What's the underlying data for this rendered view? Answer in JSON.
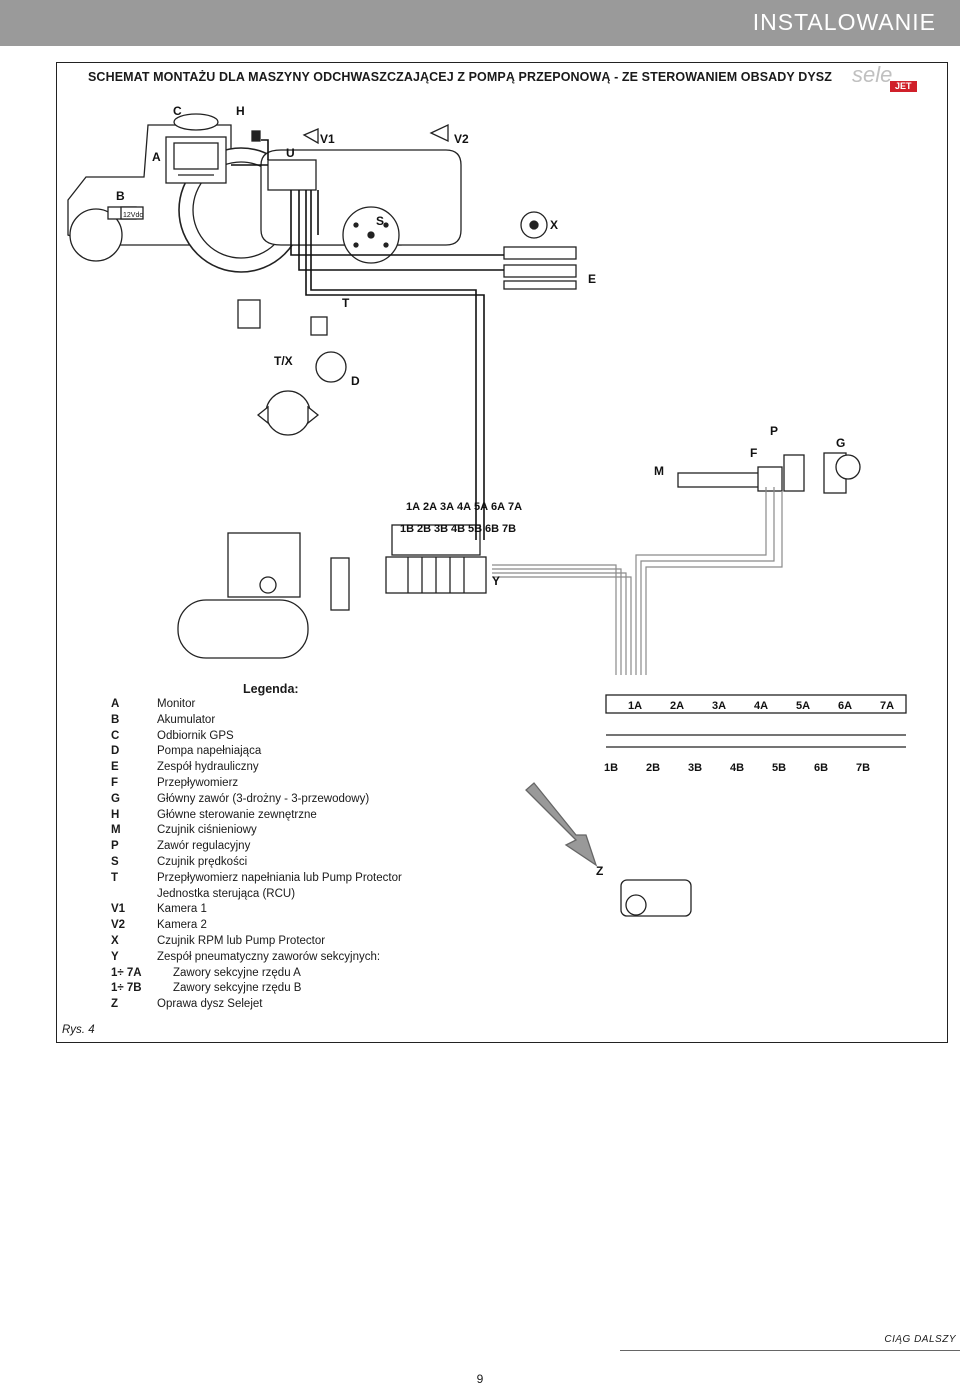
{
  "header": {
    "section_title": "INSTALOWANIE"
  },
  "figure": {
    "title": "SCHEMAT MONTAŻU DLA MASZYNY ODCHWASZCZAJĄCEJ Z POMPĄ PRZEPONOWĄ - ZE STEROWANIEM OBSADY DYSZ",
    "logo": {
      "word": "sele",
      "sub": "JET"
    },
    "figure_label": "Rys. 4",
    "labels": {
      "A": "A",
      "B": "B",
      "C": "C",
      "H": "H",
      "U": "U",
      "V1": "V1",
      "V2": "V2",
      "S": "S",
      "X": "X",
      "E": "E",
      "T": "T",
      "TX": "T/X",
      "D": "D",
      "M": "M",
      "F": "F",
      "P": "P",
      "G": "G",
      "Y": "Y",
      "Z": "Z",
      "battery": "12Vdc"
    },
    "valve_labels_a": [
      "1A",
      "2A",
      "3A",
      "4A",
      "5A",
      "6A",
      "7A"
    ],
    "valve_labels_b": [
      "1B",
      "2B",
      "3B",
      "4B",
      "5B",
      "6B",
      "7B"
    ],
    "boom_labels_a": [
      "1A",
      "2A",
      "3A",
      "4A",
      "5A",
      "6A",
      "7A"
    ],
    "boom_labels_b": [
      "1B",
      "2B",
      "3B",
      "4B",
      "5B",
      "6B",
      "7B"
    ]
  },
  "legend": {
    "title": "Legenda:",
    "items": [
      {
        "key": "A",
        "text": "Monitor"
      },
      {
        "key": "B",
        "text": "Akumulator"
      },
      {
        "key": "C",
        "text": "Odbiornik GPS"
      },
      {
        "key": "D",
        "text": "Pompa napełniająca"
      },
      {
        "key": "E",
        "text": "Zespół hydrauliczny"
      },
      {
        "key": "F",
        "text": "Przepływomierz"
      },
      {
        "key": "G",
        "text": "Główny zawór (3-drożny - 3-przewodowy)"
      },
      {
        "key": "H",
        "text": "Główne sterowanie zewnętrzne"
      },
      {
        "key": "M",
        "text": "Czujnik ciśnieniowy"
      },
      {
        "key": "P",
        "text": "Zawór regulacyjny"
      },
      {
        "key": "S",
        "text": "Czujnik prędkości"
      },
      {
        "key": "T",
        "text": "Przepływomierz napełniania lub Pump Protector"
      },
      {
        "key": "",
        "text": "Jednostka sterująca (RCU)"
      },
      {
        "key": "V1",
        "text": "Kamera 1"
      },
      {
        "key": "V2",
        "text": "Kamera 2"
      },
      {
        "key": "X",
        "text": "Czujnik RPM lub Pump Protector"
      },
      {
        "key": "Y",
        "text": "Zespół pneumatyczny zaworów sekcyjnych:"
      },
      {
        "key": "1÷ 7A",
        "text": "Zawory sekcyjne rzędu A",
        "sub": true
      },
      {
        "key": "1÷ 7B",
        "text": "Zawory sekcyjne rzędu B",
        "sub": true
      },
      {
        "key": "Z",
        "text": "Oprawa dysz Selejet"
      }
    ]
  },
  "footer": {
    "continued": "CIĄG DALSZY",
    "page_number": "9"
  },
  "colors": {
    "header_bar": "#9a9a9a",
    "logo_red": "#d0202a",
    "line": "#222222",
    "wire_grey": "#8a8a8a"
  }
}
